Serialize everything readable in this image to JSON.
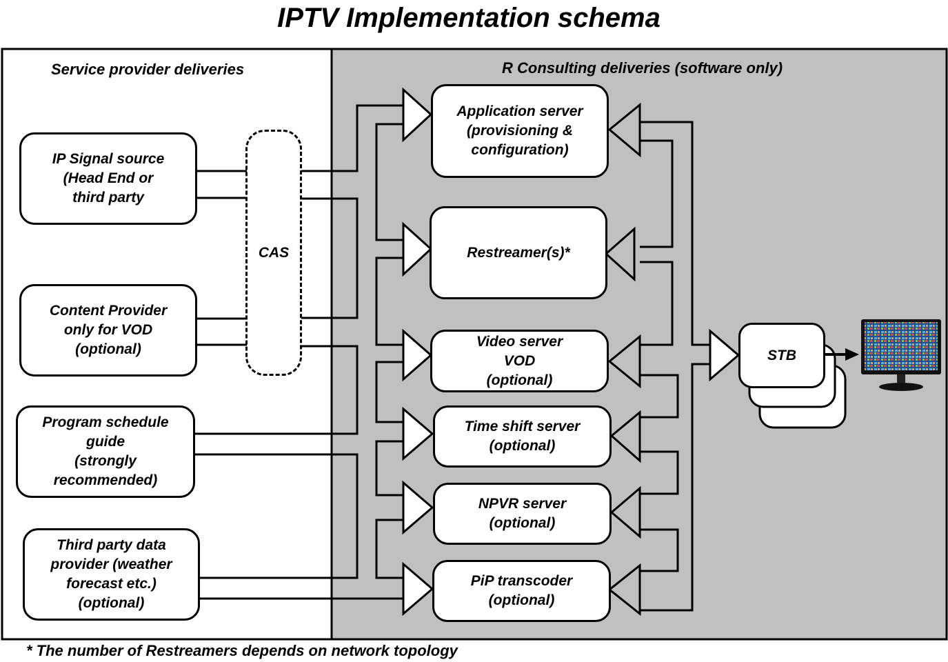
{
  "title": "IPTV Implementation schema",
  "sections": {
    "left_label": "Service provider deliveries",
    "right_label": "R Consulting deliveries (software only)"
  },
  "sources": {
    "ip_signal": [
      "IP Signal source",
      "(Head End or",
      "third party"
    ],
    "content_provider": [
      "Content Provider",
      "only for VOD",
      "(optional)"
    ],
    "program_guide": [
      "Program schedule",
      "guide",
      "(strongly",
      "recommended)"
    ],
    "third_party_data": [
      "Third party data",
      "provider (weather",
      "forecast etc.)",
      "(optional)"
    ]
  },
  "cas": "CAS",
  "servers": {
    "app_server": [
      "Application server",
      "(provisioning &",
      "configuration)"
    ],
    "restreamer": [
      "Restreamer(s)*"
    ],
    "video_server": [
      "Video server",
      "VOD",
      "(optional)"
    ],
    "timeshift": [
      "Time shift server",
      "(optional)"
    ],
    "npvr": [
      "NPVR server",
      "(optional)"
    ],
    "pip": [
      "PiP transcoder",
      "(optional)"
    ]
  },
  "stb": "STB",
  "footnote": "* The number of Restreamers depends on network topology",
  "colors": {
    "right_panel_bg": "#c0c0c0",
    "stroke": "#000000",
    "box_fill": "#ffffff"
  },
  "icons": {
    "tv": "television-icon"
  }
}
